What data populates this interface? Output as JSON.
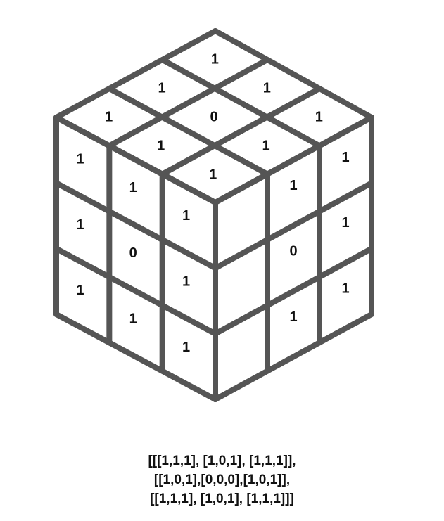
{
  "style": {
    "line_color": "#555555",
    "text_color": "#111111",
    "background": "#ffffff"
  },
  "cube": {
    "top_face": {
      "cells": [
        {
          "row": 0,
          "col": 0,
          "label": "1"
        },
        {
          "row": 0,
          "col": 1,
          "label": "1"
        },
        {
          "row": 0,
          "col": 2,
          "label": "1"
        },
        {
          "row": 1,
          "col": 0,
          "label": "1"
        },
        {
          "row": 1,
          "col": 1,
          "label": "0"
        },
        {
          "row": 1,
          "col": 2,
          "label": "1"
        },
        {
          "row": 2,
          "col": 0,
          "label": "1"
        },
        {
          "row": 2,
          "col": 1,
          "label": "1"
        },
        {
          "row": 2,
          "col": 2,
          "label": "1"
        }
      ]
    },
    "left_face": {
      "cells": [
        {
          "row": 0,
          "col": 0,
          "label": "1"
        },
        {
          "row": 0,
          "col": 1,
          "label": "1"
        },
        {
          "row": 0,
          "col": 2,
          "label": "1"
        },
        {
          "row": 1,
          "col": 0,
          "label": "1"
        },
        {
          "row": 1,
          "col": 1,
          "label": "0"
        },
        {
          "row": 1,
          "col": 2,
          "label": "1"
        },
        {
          "row": 2,
          "col": 0,
          "label": "1"
        },
        {
          "row": 2,
          "col": 1,
          "label": "1"
        },
        {
          "row": 2,
          "col": 2,
          "label": "1"
        }
      ]
    },
    "right_face": {
      "cells": [
        {
          "row": 0,
          "col": 1,
          "label": "1"
        },
        {
          "row": 0,
          "col": 2,
          "label": "1"
        },
        {
          "row": 1,
          "col": 1,
          "label": "0"
        },
        {
          "row": 1,
          "col": 2,
          "label": "1"
        },
        {
          "row": 2,
          "col": 1,
          "label": "1"
        },
        {
          "row": 2,
          "col": 2,
          "label": "1"
        }
      ]
    }
  },
  "caption": {
    "line1": "[[[1,1,1], [1,0,1], [1,1,1]],",
    "line2": "[[1,0,1],[0,0,0],[1,0,1]],",
    "line3": "[[1,1,1], [1,0,1], [1,1,1]]]"
  }
}
